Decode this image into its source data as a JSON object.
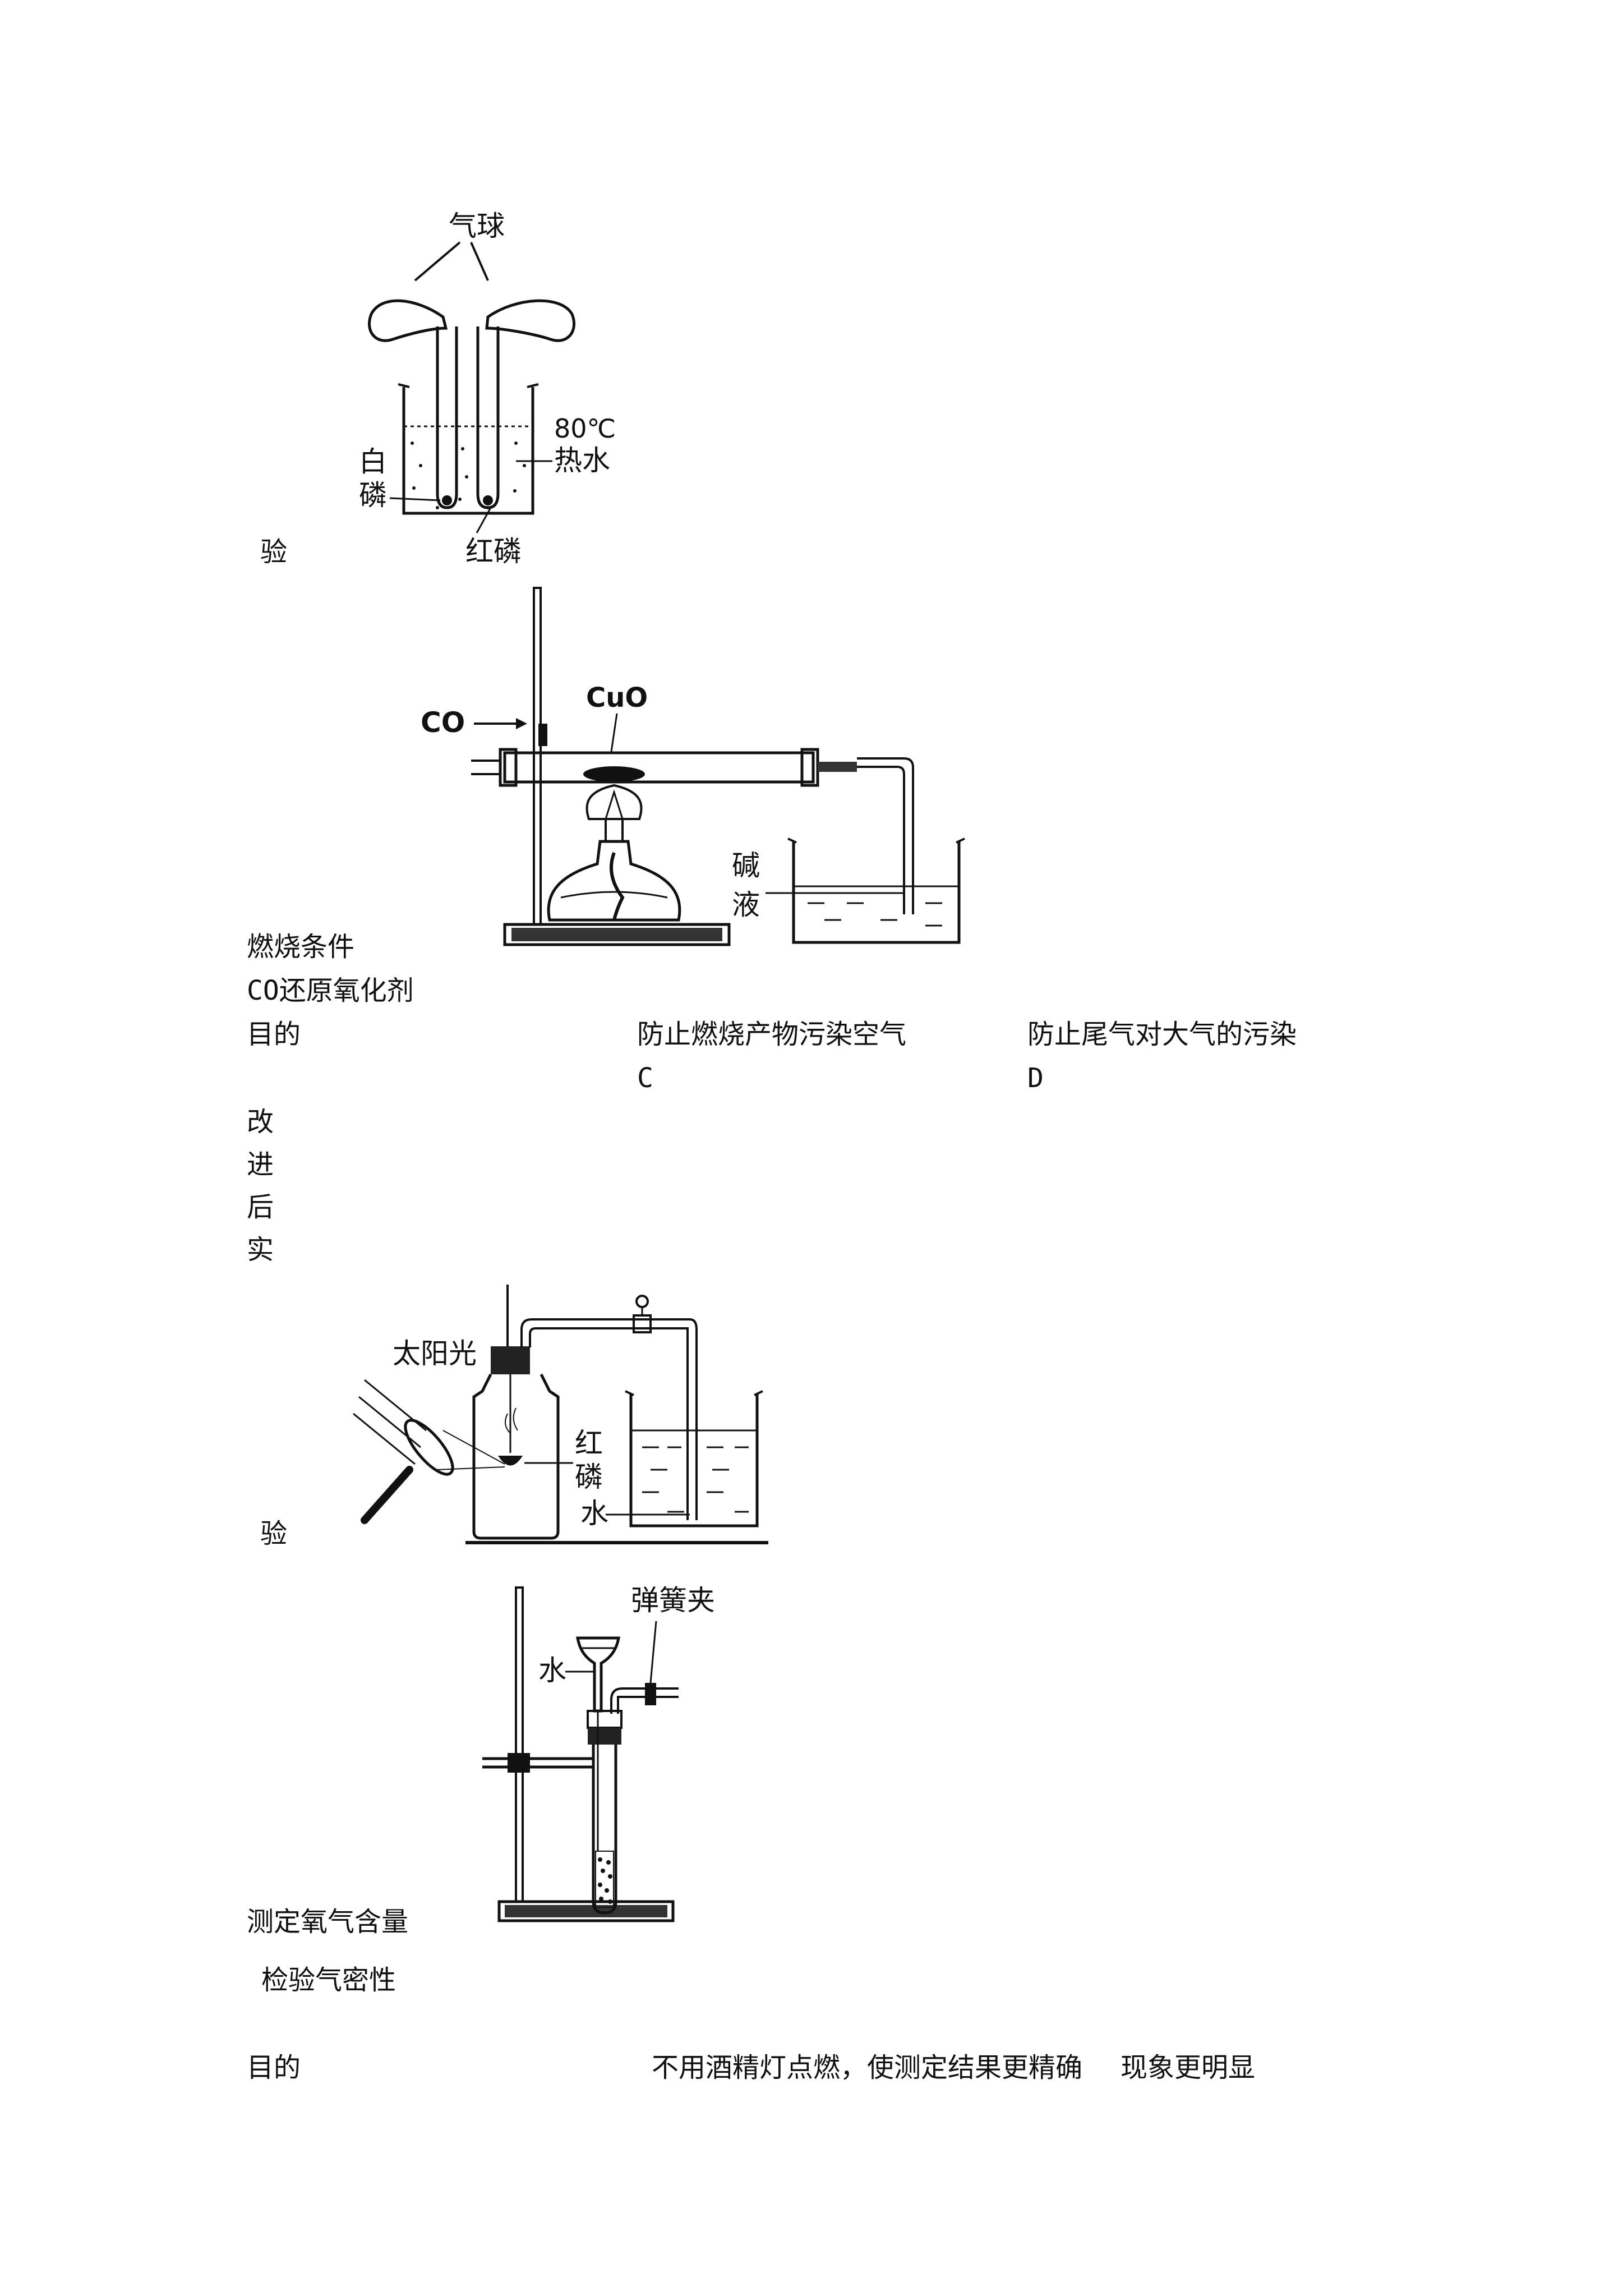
{
  "figure1": {
    "balloon_label": "气球",
    "temp_label": "80℃",
    "hot_water_label": "热水",
    "white_p_label_1": "白",
    "white_p_label_2": "磷",
    "red_p_label": "红磷"
  },
  "figure2": {
    "co_label": "CO",
    "cuo_label": "CuO",
    "alkali_label_1": "碱",
    "alkali_label_2": "液"
  },
  "figure3": {
    "sunlight_label": "太阳光",
    "red_p_label_1": "红",
    "red_p_label_2": "磷",
    "water_label": "水"
  },
  "figure4": {
    "clip_label": "弹簧夹",
    "water_label": "水"
  },
  "text": {
    "yan_1": "验",
    "combustion_condition": "燃烧条件",
    "co_reduction": "CO还原氧化剂",
    "purpose_1": "目的",
    "purpose_c": "防止燃烧产物污染空气",
    "purpose_d": "防止尾气对大气的污染",
    "col_c": "C",
    "col_d": "D",
    "gai": "改",
    "jin": "进",
    "hou": "后",
    "shi": "实",
    "yan_2": "验",
    "measure_oxygen": "测定氧气含量",
    "check_airtight": "检验气密性",
    "purpose_2": "目的",
    "purpose_measure": "不用酒精灯点燃，使测定结果更精确",
    "purpose_check": "现象更明显"
  }
}
